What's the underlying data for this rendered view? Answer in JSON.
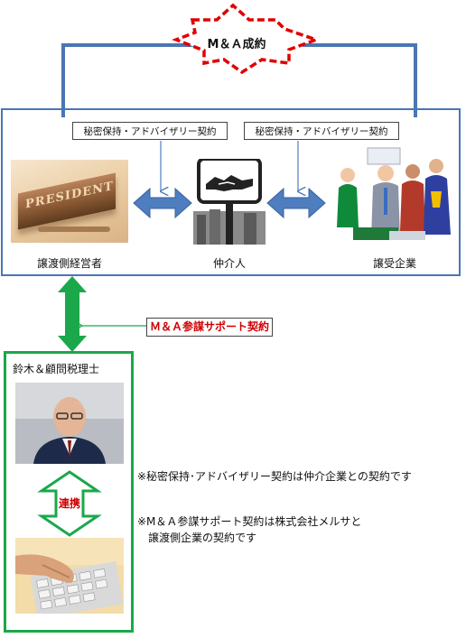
{
  "success": {
    "label": "M＆Ａ成約"
  },
  "contracts": {
    "left": "秘密保持・アドバイザリー契約",
    "right": "秘密保持・アドバイザリー契約"
  },
  "parties": {
    "seller": "譲渡側経営者",
    "intermediary": "仲介人",
    "buyer": "譲受企業"
  },
  "sign": {
    "text": "PRESIDENT"
  },
  "support": {
    "label": "Ｍ＆Ａ参謀サポート契約"
  },
  "advisor": {
    "title": "鈴木＆顧問税理士",
    "link_label": "連携"
  },
  "notes": {
    "line1": "※秘密保持･アドバイザリー契約は仲介企業との契約です",
    "line2a": "※M＆Ａ参謀サポート契約は株式会社メルサと",
    "line2b": "譲渡側企業の契約です"
  },
  "colors": {
    "frame_blue": "#4a76b2",
    "arrow_blue": "#4e7ec0",
    "green": "#1aa84a",
    "success_red": "#e00000",
    "support_red": "#d00000"
  }
}
